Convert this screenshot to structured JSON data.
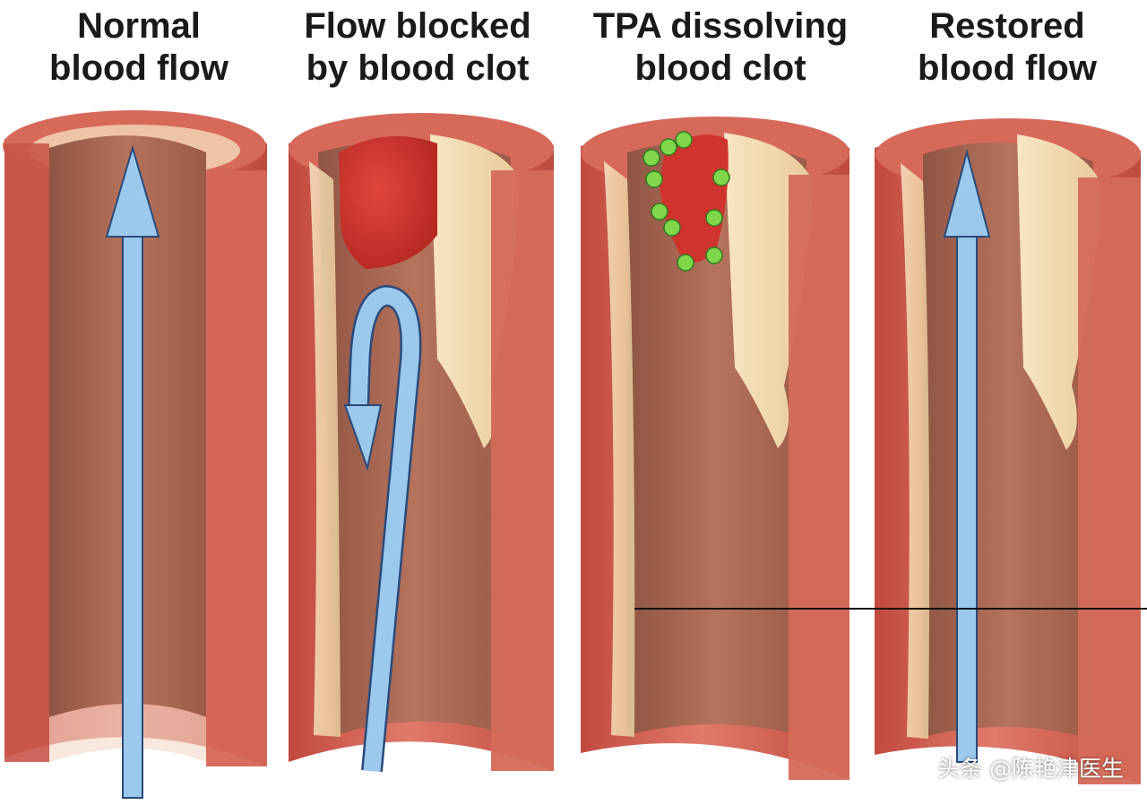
{
  "panels": [
    {
      "title_line1": "Normal",
      "title_line2": "blood flow"
    },
    {
      "title_line1": "Flow blocked",
      "title_line2": "by blood clot"
    },
    {
      "title_line1": "TPA dissolving",
      "title_line2": "blood clot"
    },
    {
      "title_line1": "Restored",
      "title_line2": "blood flow"
    }
  ],
  "watermark": "头条 @陈艳津医生",
  "colors": {
    "vessel_wall": "#d9685c",
    "vessel_wall_dark": "#b84a3f",
    "lumen": "#a86a55",
    "plaque": "#f2dcb0",
    "clot": "#c8322c",
    "tpa": "#7fd84a",
    "arrow": "#9cc8ec",
    "arrow_outline": "#2a4a7a"
  }
}
